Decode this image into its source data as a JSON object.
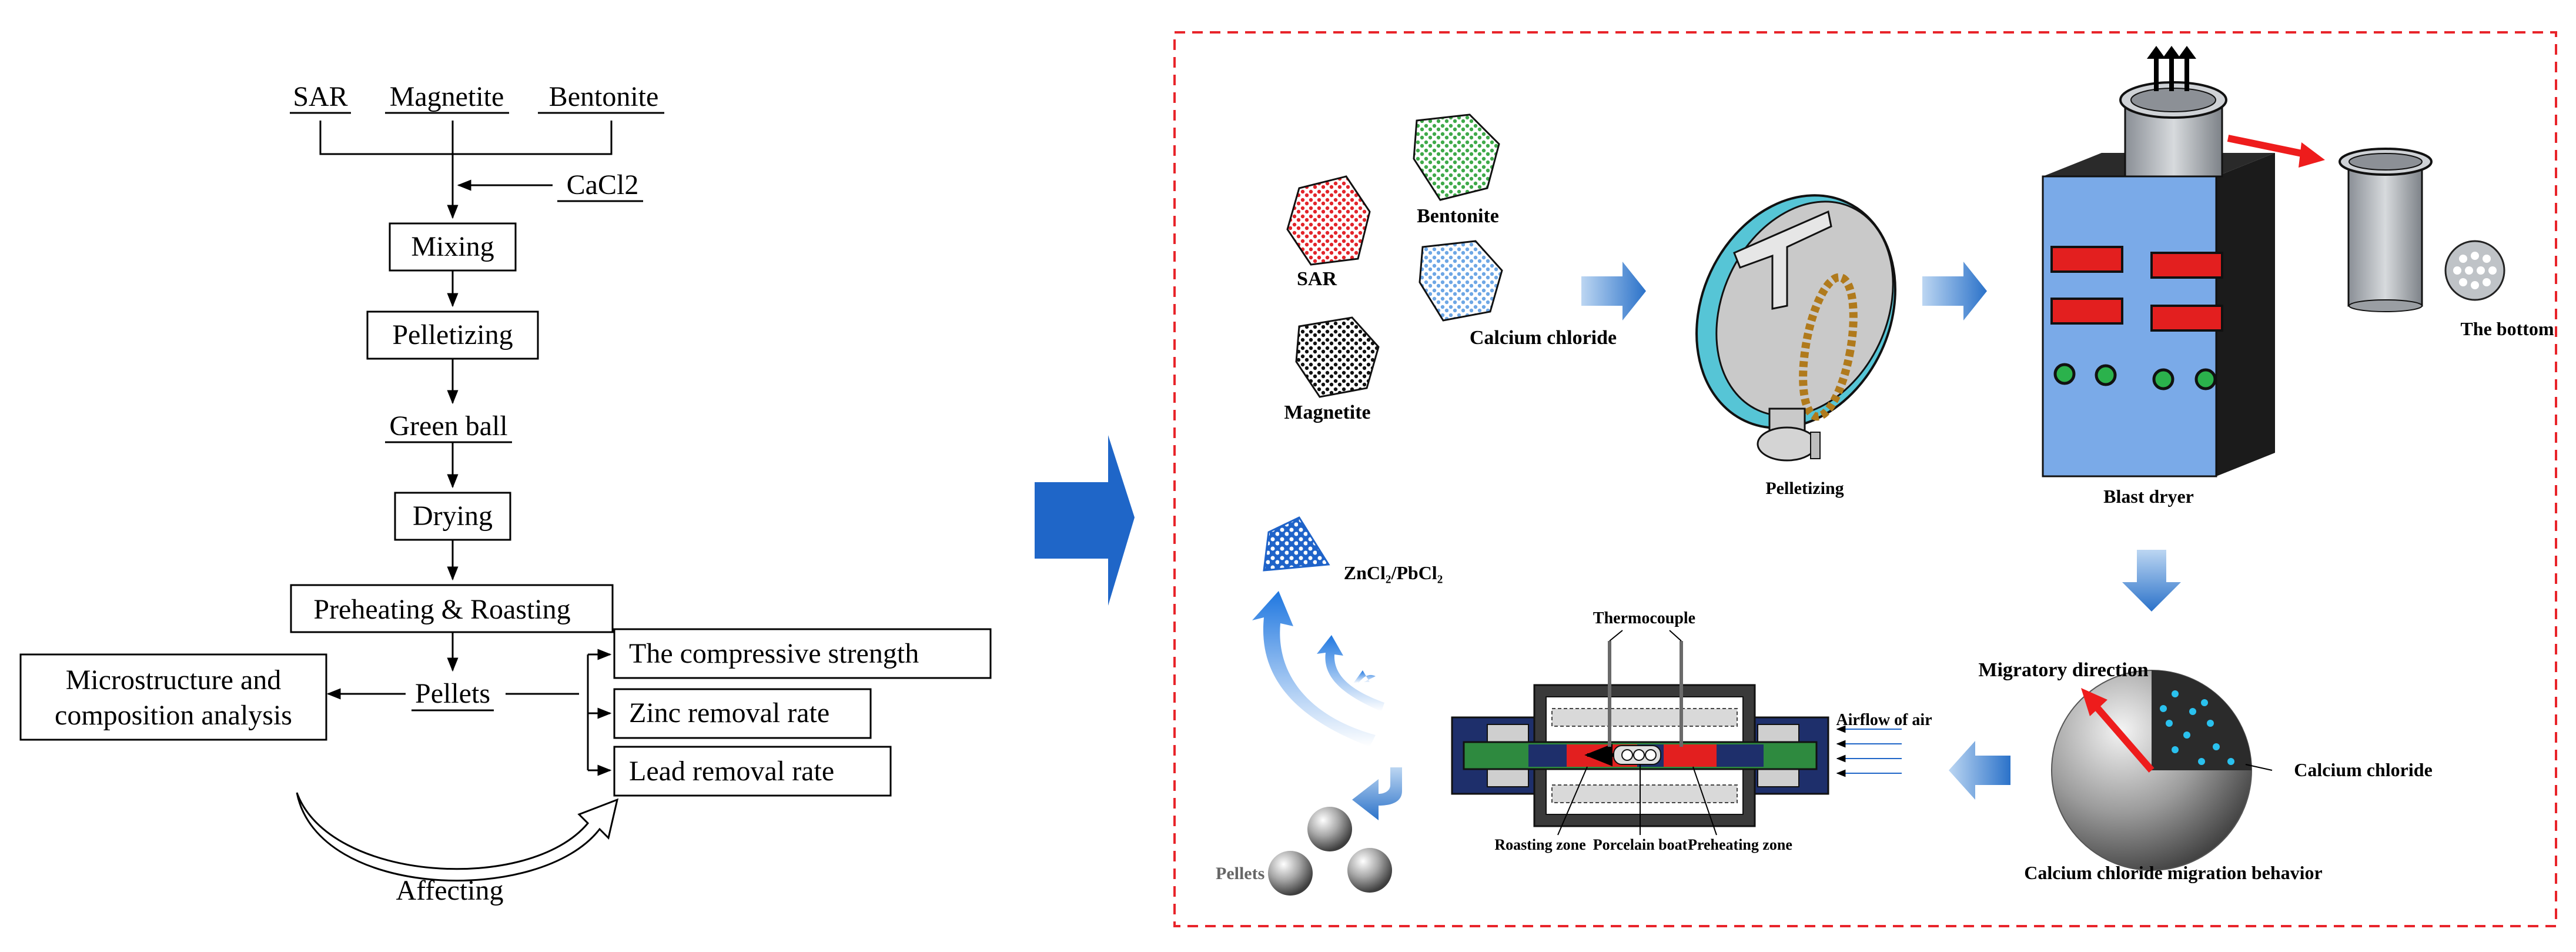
{
  "flowchart": {
    "materials": [
      "SAR",
      "Magnetite",
      "Bentonite"
    ],
    "additive": "CaCl2",
    "mixing": "Mixing",
    "pelletizing": "Pelletizing",
    "green_ball": "Green ball",
    "drying": "Drying",
    "preheating_roasting": "Preheating & Roasting",
    "pellets": "Pellets",
    "microstructure_line1": "Microstructure and",
    "microstructure_line2": "composition analysis",
    "outcomes": [
      "The compressive strength",
      "Zinc removal rate",
      "Lead removal rate"
    ],
    "affecting": "Affecting"
  },
  "process": {
    "materials": {
      "sar": "SAR",
      "bentonite": "Bentonite",
      "calcium_chloride": "Calcium chloride",
      "magnetite": "Magnetite"
    },
    "pelletizing": "Pelletizing",
    "blast_dryer": "Blast dryer",
    "the_bottom": "The bottom",
    "migratory_direction": "Migratory direction",
    "calcium_chloride_label": "Calcium chloride",
    "migration_behavior": "Calcium chloride migration behavior",
    "furnace": {
      "thermocouple": "Thermocouple",
      "airflow": "Airflow of air",
      "roasting_zone": "Roasting zone",
      "porcelain_boat": "Porcelain boat",
      "preheating_zone": "Preheating zone"
    },
    "volatile": "ZnCl₂/PbCl₂",
    "pellets": "Pellets"
  },
  "colors": {
    "dashed_frame": "#e8242a",
    "big_arrow": "#1f66c8",
    "dryer_body": "#7aaae8",
    "dryer_panel": "#e31f1f",
    "red_arrow": "#ee1c1c"
  }
}
